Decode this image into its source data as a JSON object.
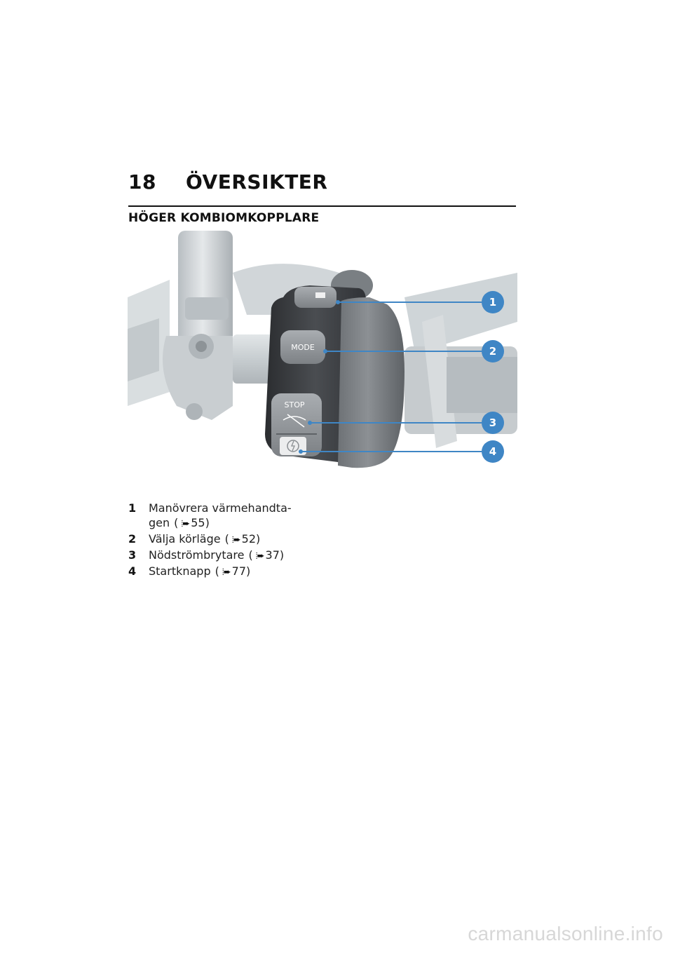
{
  "header": {
    "page_number": "18",
    "chapter_title": "ÖVERSIKTER",
    "section_title": "HÖGER KOMBIOMKOPPLARE"
  },
  "figure": {
    "button_labels": [
      "MODE",
      "STOP"
    ],
    "callouts": [
      "1",
      "2",
      "3",
      "4"
    ],
    "callout_color": "#3f86c5"
  },
  "legend": [
    {
      "num": "1",
      "text": "Manövrera värmehandta-gen",
      "ref": "55"
    },
    {
      "num": "2",
      "text": "Välja körläge",
      "ref": "52"
    },
    {
      "num": "3",
      "text": "Nödströmbrytare",
      "ref": "37"
    },
    {
      "num": "4",
      "text": "Startknapp",
      "ref": "77"
    }
  ],
  "watermark": "carmanualsonline.info"
}
